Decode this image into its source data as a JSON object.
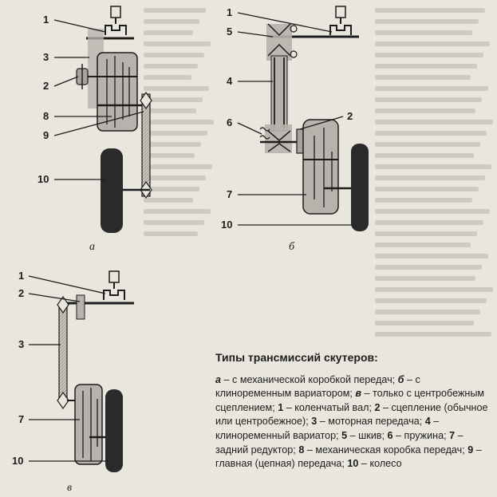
{
  "callouts": {
    "a": [
      "1",
      "3",
      "2",
      "8",
      "9",
      "10"
    ],
    "b": [
      "1",
      "5",
      "4",
      "6",
      "2",
      "7",
      "10"
    ],
    "v": [
      "1",
      "2",
      "3",
      "7",
      "10"
    ]
  },
  "sublabels": {
    "a": "а",
    "b": "б",
    "v": "в"
  },
  "caption": {
    "title": "Типы трансмиссий скутеров:",
    "items": [
      {
        "key": "а",
        "sep": " – ",
        "text": "с механической коробкой передач; "
      },
      {
        "key": "б",
        "sep": " – ",
        "text": "с клиноременным вариатором; "
      },
      {
        "key": "в",
        "sep": " – ",
        "text": "только с центробежным сцеплением; "
      },
      {
        "key": "1",
        "sep": " – ",
        "text": "коленчатый вал; "
      },
      {
        "key": "2",
        "sep": " – ",
        "text": "сцепление (обычное или центробежное); "
      },
      {
        "key": "3",
        "sep": " – ",
        "text": "моторная передача; "
      },
      {
        "key": "4",
        "sep": " – ",
        "text": "клиноременный вариатор; "
      },
      {
        "key": "5",
        "sep": " – ",
        "text": "шкив; "
      },
      {
        "key": "6",
        "sep": " – ",
        "text": "пружина; "
      },
      {
        "key": "7",
        "sep": " – ",
        "text": "задний редуктор; "
      },
      {
        "key": "8",
        "sep": " – ",
        "text": "механическая коробка передач; "
      },
      {
        "key": "9",
        "sep": " – ",
        "text": "главная (цепная) передача; "
      },
      {
        "key": "10",
        "sep": " – ",
        "text": "колесо"
      }
    ]
  },
  "colors": {
    "ink": "#1d1d1d",
    "paper": "#e9e6de",
    "housing": "#b7b3ac",
    "shade": "#a8a49d"
  }
}
